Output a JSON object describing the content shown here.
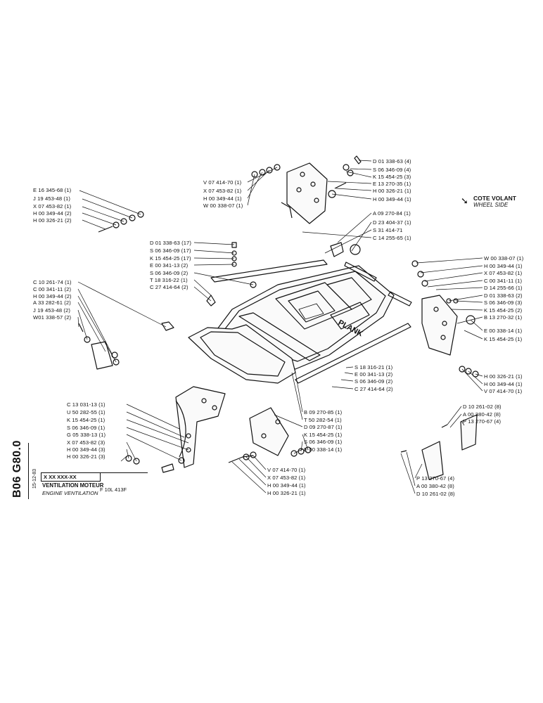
{
  "wheel_side": {
    "label_fr": "COTE VOLANT",
    "label_en": "WHEEL SIDE"
  },
  "title_block": {
    "code": "X  XX  XXX-XX",
    "title_fr": "VENTILATION MOTEUR",
    "title_en": "ENGINE VENTILATION",
    "model": "F 10L 413F",
    "doc_code": "B06 G80.0",
    "date": "15-12-83"
  },
  "callouts": {
    "top_left": [
      "E 16 345-68 (1)",
      "J 19 453-48 (1)",
      "X 07 453-82 (1)",
      "H 00 349-44 (2)",
      "H 00 326-21 (2)"
    ],
    "top_center": [
      "V 07 414-70 (1)",
      "X 07 453-82 (1)",
      "H 00 349-44 (1)",
      "W 00 338-07 (1)"
    ],
    "top_right": [
      "D 01 338-63 (4)",
      "S 06 346-09 (4)",
      "K 15 454-25 (3)",
      "E 13 270-35 (1)",
      "H 00 326-21 (1)",
      "H 00 349-44 (1)",
      "A 09 270-84 (1)",
      "D 23 404-37 (1)",
      "S 31 414-71",
      "C 14 255-65 (1)"
    ],
    "mid_left": [
      "D 01 338-63 (17)",
      "S 06 346-09 (17)",
      "K 15 454-25 (17)",
      "E 00 341-13 (2)",
      "S 06 346-09 (2)",
      "T 18 316-22 (1)",
      "C 27 414-64 (2)"
    ],
    "left": [
      "C 10 261-74 (1)",
      "C 00 341-11 (2)",
      "H 00 349-44 (2)",
      "A 33 282-61 (2)",
      "J 19 453-48 (2)",
      "W01 338-57 (2)"
    ],
    "right": [
      "W 00 338-07 (1)",
      "H 00 349-44 (1)",
      "X 07 453-82 (1)",
      "C 00 341-11 (1)",
      "D 14 255-66 (1)",
      "D 01 338-63 (2)",
      "S 06 346-09 (3)",
      "K 15 454-25 (2)",
      "B 13 270-32 (1)",
      "E 00 338-14 (1)",
      "K 15 454-25 (1)"
    ],
    "right_lower": [
      "H 00 326-21 (1)",
      "H 00 349-44 (1)",
      "V 07 414-70 (1)"
    ],
    "center_lower": [
      "S 18 316-21 (1)",
      "E 00 341-13 (2)",
      "S 06 346-09 (2)",
      "C 27 414-64 (2)"
    ],
    "bottom_left": [
      "C 13 031-13 (1)",
      "U 50 282-55 (1)",
      "K 15 454-25 (1)",
      "S 06 346-09 (1)",
      "G 05 338-13 (1)",
      "X 07 453-82 (3)",
      "H 00 349-44 (3)",
      "H 00 326-21 (3)"
    ],
    "bottom_center": [
      "B 09 270-85 (1)",
      "T 50 282-54 (1)",
      "D 09 270-87 (1)",
      "K 15 454-25 (1)",
      "S 06 346-09 (1)",
      "E 00 338-14 (1)"
    ],
    "bottom_mid": [
      "V 07 414-70 (1)",
      "X 07 453-82 (1)",
      "H 00 349-44 (1)",
      "H 00 326-21 (1)"
    ],
    "bottom_right_top": [
      "D 10 261-02 (8)",
      "A 00 380-42 (8)",
      "P 13 270-67 (4)"
    ],
    "bottom_right": [
      "P 13 270-67 (4)",
      "A 00 380-42 (8)",
      "D 10 261-02 (8)"
    ]
  }
}
